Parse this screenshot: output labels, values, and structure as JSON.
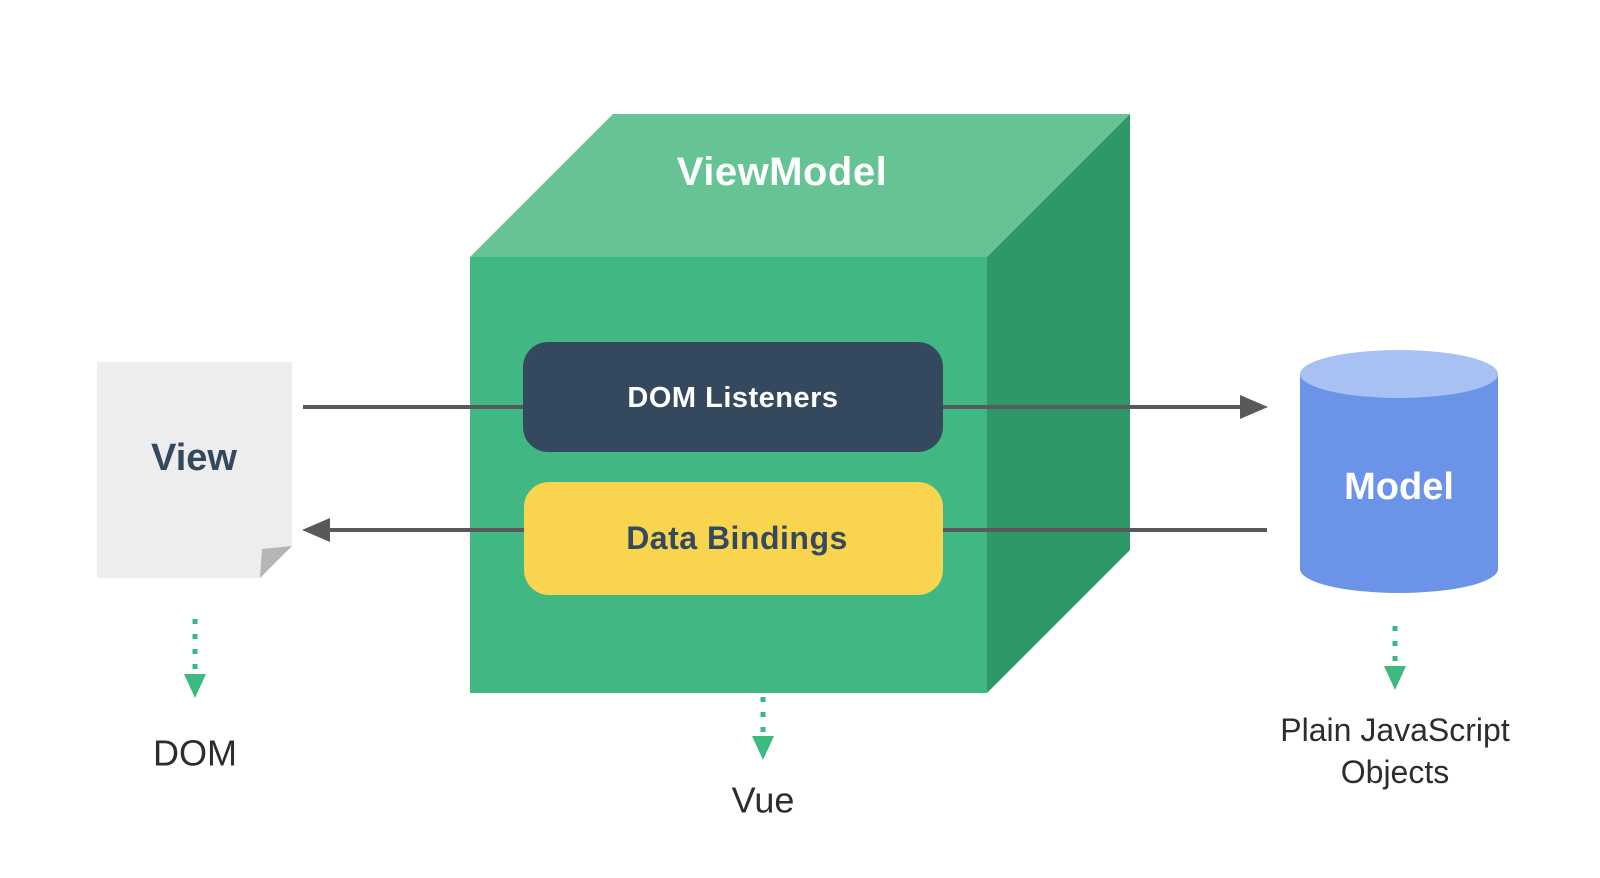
{
  "diagram": {
    "view": {
      "label": "View",
      "caption": "DOM"
    },
    "viewmodel": {
      "label": "ViewModel",
      "caption": "Vue",
      "dom_listeners": "DOM Listeners",
      "data_bindings": "Data Bindings"
    },
    "model": {
      "label": "Model",
      "caption_line1": "Plain JavaScript",
      "caption_line2": "Objects"
    }
  },
  "colors": {
    "background": "#ffffff",
    "cube_front": "#41b883",
    "cube_top": "#65c394",
    "cube_side": "#2f9868",
    "dom_listeners_bg": "#35495e",
    "dom_listeners_text": "#ffffff",
    "data_bindings_bg": "#f9d54f",
    "data_bindings_text": "#35495e",
    "viewmodel_text": "#ffffff",
    "paper_bg": "#ededed",
    "paper_fold": "#b5b5b5",
    "view_text": "#35495e",
    "model_body": "#6b93e8",
    "model_top": "#a7c2f2",
    "model_text": "#ffffff",
    "arrow": "#58595b",
    "dotted_arrow": "#3cba7f",
    "caption_text": "#2d2d2d"
  }
}
